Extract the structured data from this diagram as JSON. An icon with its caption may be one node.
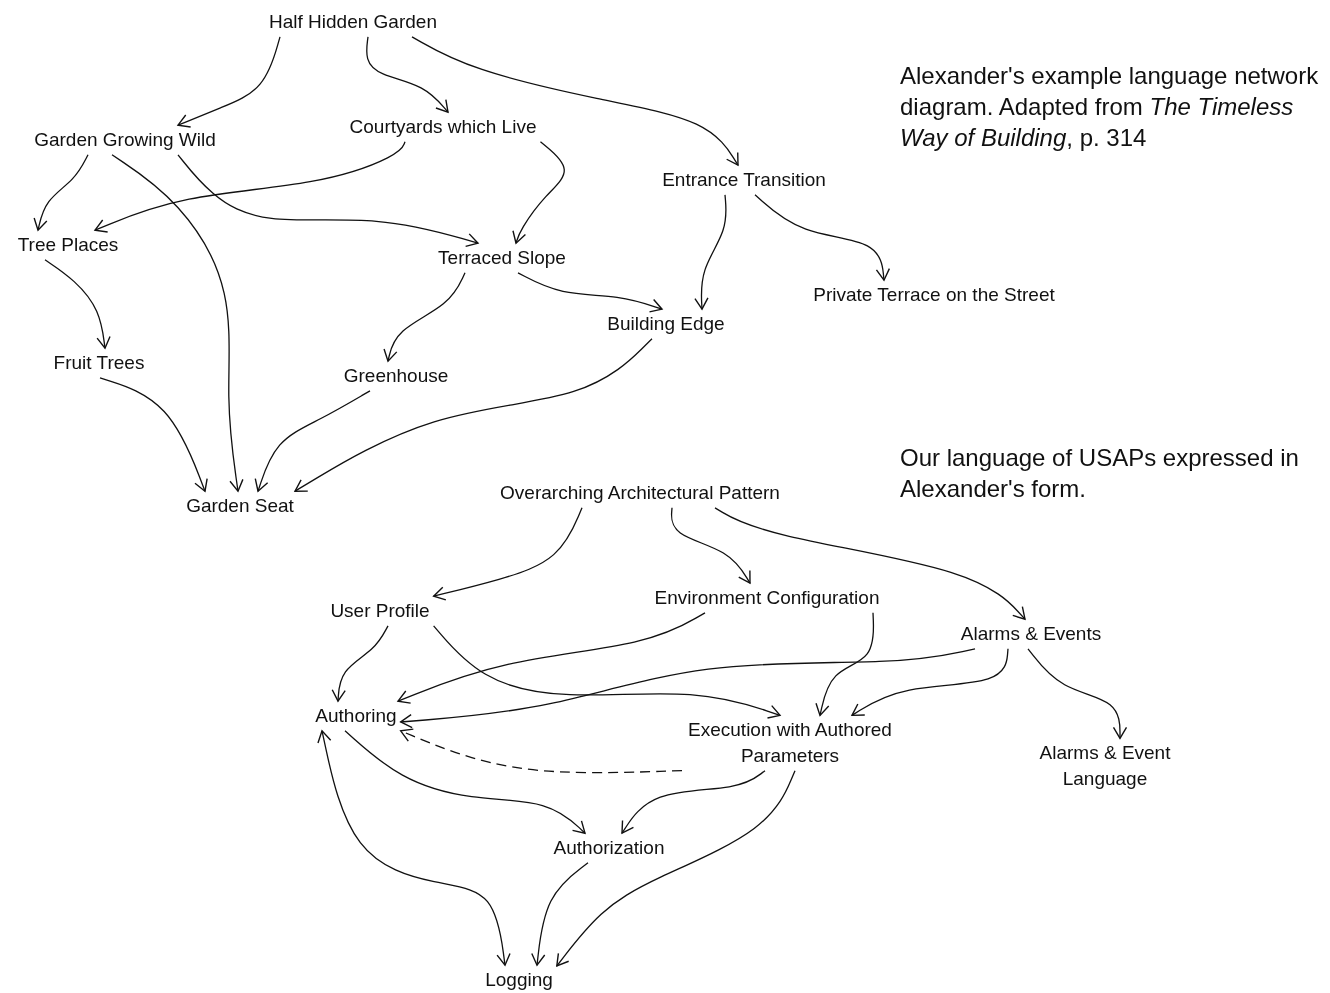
{
  "diagram": {
    "nodes": [
      {
        "text": [
          "Half Hidden Garden"
        ]
      },
      {
        "text": [
          "Garden Growing Wild"
        ]
      },
      {
        "text": [
          "Courtyards which Live"
        ]
      },
      {
        "text": [
          "Entrance Transition"
        ]
      },
      {
        "text": [
          "Tree Places"
        ]
      },
      {
        "text": [
          "Terraced Slope"
        ]
      },
      {
        "text": [
          "Private Terrace on the Street"
        ]
      },
      {
        "text": [
          "Building Edge"
        ]
      },
      {
        "text": [
          "Fruit Trees"
        ]
      },
      {
        "text": [
          "Greenhouse"
        ]
      },
      {
        "text": [
          "Garden Seat"
        ]
      },
      {
        "text": [
          "Overarching Architectural Pattern"
        ]
      },
      {
        "text": [
          "User Profile"
        ]
      },
      {
        "text": [
          "Environment Configuration"
        ]
      },
      {
        "text": [
          "Alarms & Events"
        ]
      },
      {
        "text": [
          "Authoring"
        ]
      },
      {
        "text": [
          "Execution with Authored Parameters"
        ]
      },
      {
        "text": [
          "Alarms & Event Language"
        ]
      },
      {
        "text": [
          "Authorization"
        ]
      },
      {
        "text": [
          "Logging"
        ]
      }
    ],
    "edges": [
      {
        "from": 0,
        "to": 1,
        "arrow": "to"
      },
      {
        "from": 0,
        "to": 2,
        "arrow": "to"
      },
      {
        "from": 0,
        "to": 3,
        "arrow": "to"
      },
      {
        "from": 1,
        "to": 4,
        "arrow": "to"
      },
      {
        "from": 1,
        "to": 10,
        "arrow": "to"
      },
      {
        "from": 1,
        "to": 5,
        "arrow": "to"
      },
      {
        "from": 2,
        "to": 4,
        "arrow": "to"
      },
      {
        "from": 2,
        "to": 5,
        "arrow": "to"
      },
      {
        "from": 3,
        "to": 7,
        "arrow": "to"
      },
      {
        "from": 3,
        "to": 6,
        "arrow": "to"
      },
      {
        "from": 4,
        "to": 8,
        "arrow": "to"
      },
      {
        "from": 5,
        "to": 9,
        "arrow": "to"
      },
      {
        "from": 5,
        "to": 7,
        "arrow": "to"
      },
      {
        "from": 8,
        "to": 10,
        "arrow": "to"
      },
      {
        "from": 9,
        "to": 10,
        "arrow": "to"
      },
      {
        "from": 7,
        "to": 10,
        "arrow": "to"
      },
      {
        "from": 11,
        "to": 12,
        "arrow": "to"
      },
      {
        "from": 11,
        "to": 13,
        "arrow": "to"
      },
      {
        "from": 11,
        "to": 14,
        "arrow": "to"
      },
      {
        "from": 12,
        "to": 15,
        "arrow": "to"
      },
      {
        "from": 12,
        "to": 16,
        "arrow": "to"
      },
      {
        "from": 13,
        "to": 15,
        "arrow": "to"
      },
      {
        "from": 13,
        "to": 16,
        "arrow": "to"
      },
      {
        "from": 14,
        "to": 15,
        "arrow": "to"
      },
      {
        "from": 14,
        "to": 16,
        "arrow": "to"
      },
      {
        "from": 14,
        "to": 17,
        "arrow": "to"
      },
      {
        "from": 16,
        "to": 15,
        "arrow": "to",
        "style": "dashed"
      },
      {
        "from": 15,
        "to": 18,
        "arrow": "to"
      },
      {
        "from": 16,
        "to": 18,
        "arrow": "to"
      },
      {
        "from": 15,
        "to": 19,
        "arrow": "both"
      },
      {
        "from": 18,
        "to": 19,
        "arrow": "to"
      },
      {
        "from": 16,
        "to": 19,
        "arrow": "to"
      }
    ],
    "labels": [
      "Alexander's example language network diagram. Adapted from *The Timeless Way of Building*, p. 314",
      "Our language of USAPs expressed in Alexander's form."
    ]
  }
}
